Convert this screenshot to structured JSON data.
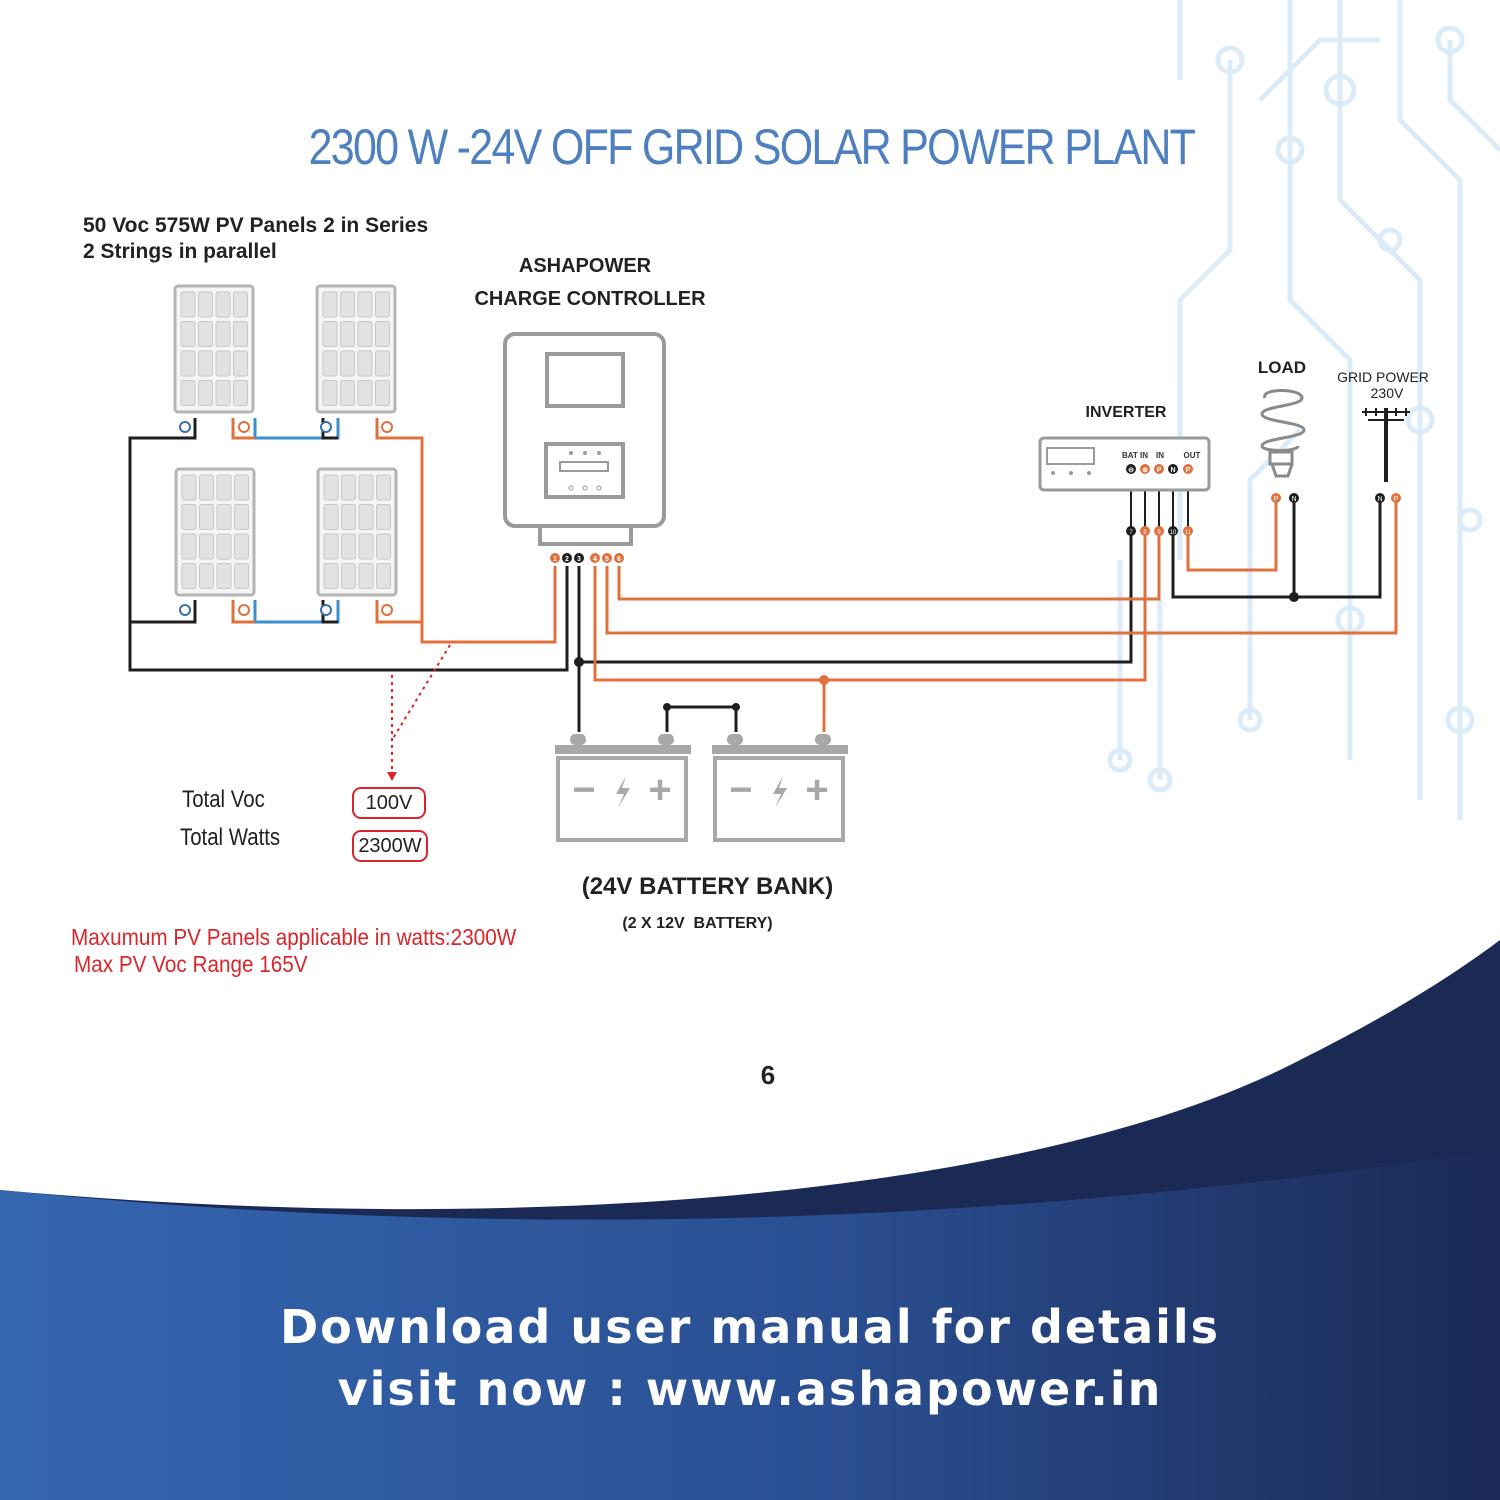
{
  "title": "2300 W -24V OFF GRID SOLAR POWER PLANT",
  "panels": {
    "spec_line1": "50 Voc 575W PV Panels 2 in Series",
    "spec_line2": "2 Strings in parallel"
  },
  "controller": {
    "brand": "ASHAPOWER",
    "name": "CHARGE CONTROLLER",
    "terminals": [
      "1",
      "2",
      "3",
      "4",
      "5",
      "6"
    ]
  },
  "inverter": {
    "name": "INVERTER",
    "port_bat_in": "BAT IN",
    "port_in": "IN",
    "port_out": "OUT",
    "terminals": [
      "⊖",
      "⊕",
      "P",
      "N",
      "P"
    ],
    "lower_terminals": [
      "7",
      "8",
      "9",
      "10",
      "11"
    ]
  },
  "load": {
    "label": "LOAD",
    "terminals": [
      "P",
      "N"
    ]
  },
  "grid": {
    "label_line1": "GRID POWER",
    "label_line2": "230V",
    "terminals": [
      "N",
      "P"
    ]
  },
  "totals": {
    "voc_label": "Total Voc",
    "voc_value": "100V",
    "watts_label": "Total Watts",
    "watts_value": "2300W"
  },
  "battery": {
    "bank_label": "(24V BATTERY BANK)",
    "sub_label": "(2 X 12V  BATTERY)",
    "symbol_minus": "−",
    "symbol_plus": "+"
  },
  "notes": {
    "max_watts": "Maxumum PV Panels applicable in watts:2300W",
    "max_voc": "Max PV Voc Range 165V"
  },
  "page_number": "6",
  "footer": {
    "line1": "Download user manual for details",
    "line2": "visit now : www.ashapower.in"
  },
  "colors": {
    "title": "#4e7fbf",
    "wire_positive": "#e0703c",
    "wire_negative": "#1e1e1e",
    "wire_link": "#3a8fd0",
    "device_outline": "#9a9a9a",
    "note_red": "#d8262b",
    "footer_navy": "#1b2a55",
    "footer_blue": "#3466b0"
  }
}
